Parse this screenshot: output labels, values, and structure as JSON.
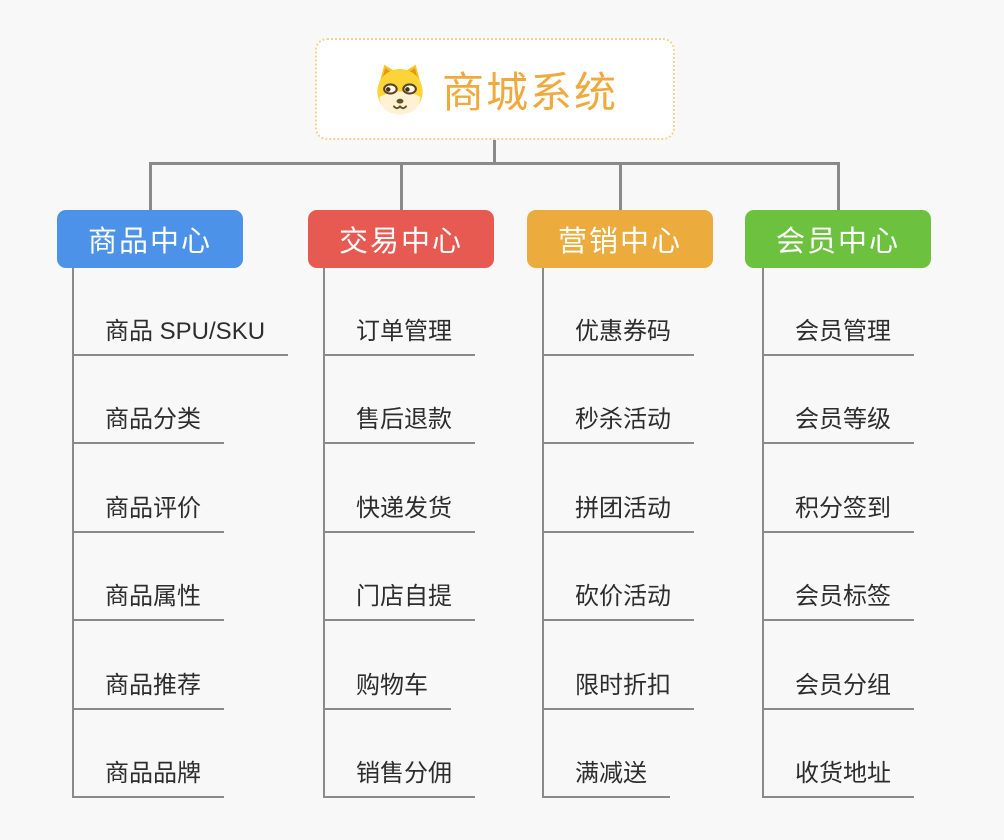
{
  "page": {
    "background": "#f8f8f8",
    "connector_color": "#8a8a8a"
  },
  "root": {
    "title": "商城系统",
    "icon": "dog-face-icon",
    "text_color": "#f0a93c",
    "border_color": "#f6d292"
  },
  "branches": [
    {
      "label": "商品中心",
      "color": "#4b92e8",
      "items": [
        "商品 SPU/SKU",
        "商品分类",
        "商品评价",
        "商品属性",
        "商品推荐",
        "商品品牌"
      ]
    },
    {
      "label": "交易中心",
      "color": "#e75a52",
      "items": [
        "订单管理",
        "售后退款",
        "快递发货",
        "门店自提",
        "购物车",
        "销售分佣"
      ]
    },
    {
      "label": "营销中心",
      "color": "#ecac3d",
      "items": [
        "优惠券码",
        "秒杀活动",
        "拼团活动",
        "砍价活动",
        "限时折扣",
        "满减送"
      ]
    },
    {
      "label": "会员中心",
      "color": "#6cc13e",
      "items": [
        "会员管理",
        "会员等级",
        "积分签到",
        "会员标签",
        "会员分组",
        "收货地址"
      ]
    }
  ]
}
